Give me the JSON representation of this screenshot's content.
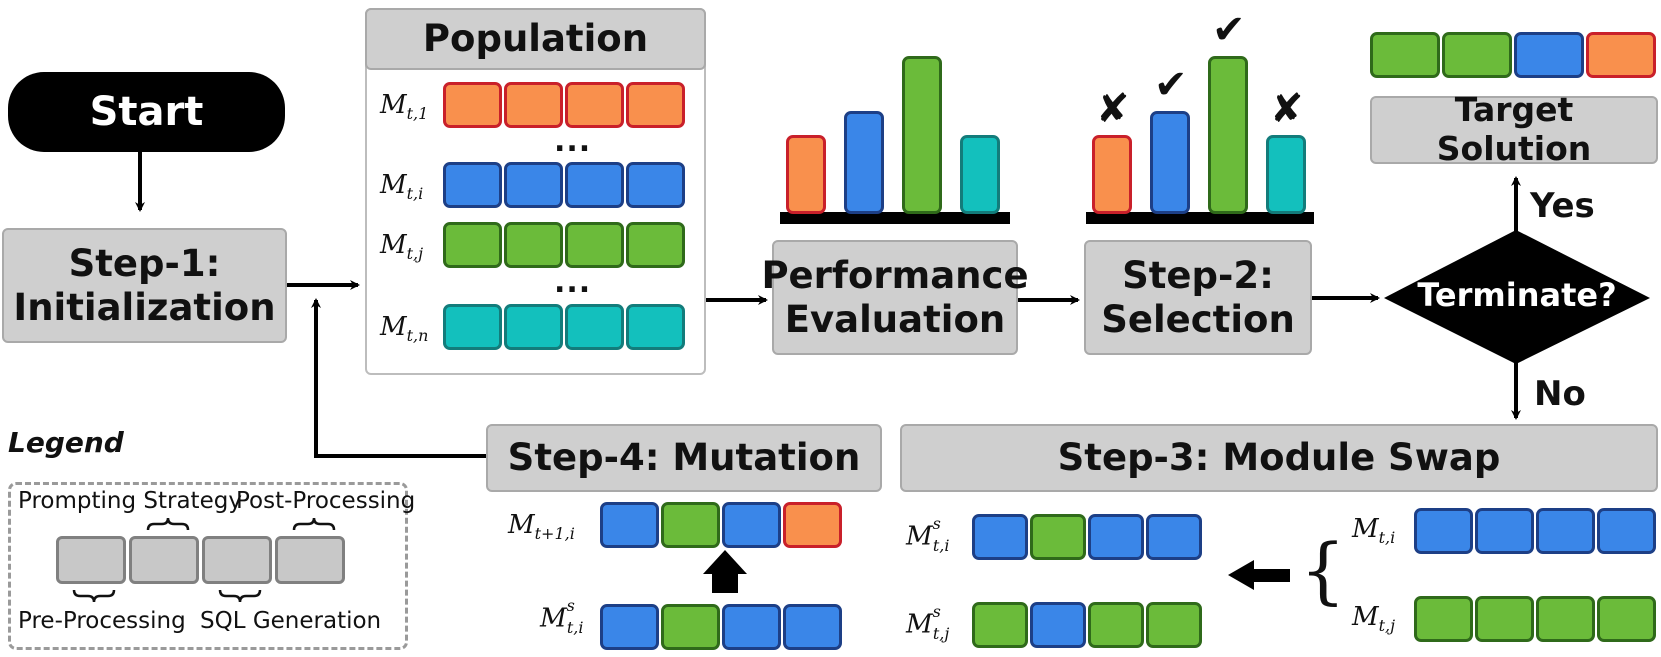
{
  "start_label": "Start",
  "step1_label": "Step-1:\nInitialization",
  "population": {
    "title": "Population",
    "rows": [
      {
        "label_base": "M",
        "label_sub": "t,1",
        "color": "orange"
      },
      {
        "label_base": "M",
        "label_sub": "t,i",
        "color": "blue"
      },
      {
        "label_base": "M",
        "label_sub": "t,j",
        "color": "green"
      },
      {
        "label_base": "M",
        "label_sub": "t,n",
        "color": "teal"
      }
    ],
    "ellipsis": "..."
  },
  "perf_label": "Performance\nEvaluation",
  "step2_label": "Step-2:\nSelection",
  "terminate_label": "Terminate?",
  "yes_label": "Yes",
  "no_label": "No",
  "target_label": "Target Solution",
  "target_colors": [
    "green",
    "green",
    "blue",
    "orange"
  ],
  "step3_label": "Step-3:  Module Swap",
  "step4_label": "Step-4: Mutation",
  "step3": {
    "left": [
      {
        "label_base": "M",
        "label_sup": "s",
        "label_sub": "t,i",
        "colors": [
          "blue",
          "green",
          "blue",
          "blue"
        ]
      },
      {
        "label_base": "M",
        "label_sup": "s",
        "label_sub": "t,j",
        "colors": [
          "green",
          "blue",
          "green",
          "green"
        ]
      }
    ],
    "right": [
      {
        "label_base": "M",
        "label_sub": "t,i",
        "colors": [
          "blue",
          "blue",
          "blue",
          "blue"
        ]
      },
      {
        "label_base": "M",
        "label_sub": "t,j",
        "colors": [
          "green",
          "green",
          "green",
          "green"
        ]
      }
    ],
    "brace": "{"
  },
  "step4": {
    "top": {
      "label_base": "M",
      "label_sub": "t+1,i",
      "colors": [
        "blue",
        "green",
        "blue",
        "orange"
      ]
    },
    "bottom": {
      "label_base": "M",
      "label_sup": "s",
      "label_sub": "t,i",
      "colors": [
        "blue",
        "green",
        "blue",
        "blue"
      ]
    }
  },
  "perf_bars": [
    {
      "color": "orange",
      "value": 0.5
    },
    {
      "color": "blue",
      "value": 0.65
    },
    {
      "color": "green",
      "value": 1.0
    },
    {
      "color": "teal",
      "value": 0.5
    }
  ],
  "selection_bars": [
    {
      "color": "orange",
      "value": 0.5,
      "mark": "✘"
    },
    {
      "color": "blue",
      "value": 0.65,
      "mark": "✔"
    },
    {
      "color": "green",
      "value": 1.0,
      "mark": "✔"
    },
    {
      "color": "teal",
      "value": 0.5,
      "mark": "✘"
    }
  ],
  "legend": {
    "title": "Legend",
    "prompting": "Prompting Strategy",
    "post": "Post-Processing",
    "pre": "Pre-Processing",
    "sqlgen": "SQL Generation"
  },
  "palette": {
    "orange": {
      "fill": "#f9904d",
      "stroke": "#c9202a"
    },
    "blue": {
      "fill": "#3a86e8",
      "stroke": "#1d3f86"
    },
    "green": {
      "fill": "#6bbb3a",
      "stroke": "#2f6a1a"
    },
    "teal": {
      "fill": "#13c0bd",
      "stroke": "#137c7b"
    }
  }
}
